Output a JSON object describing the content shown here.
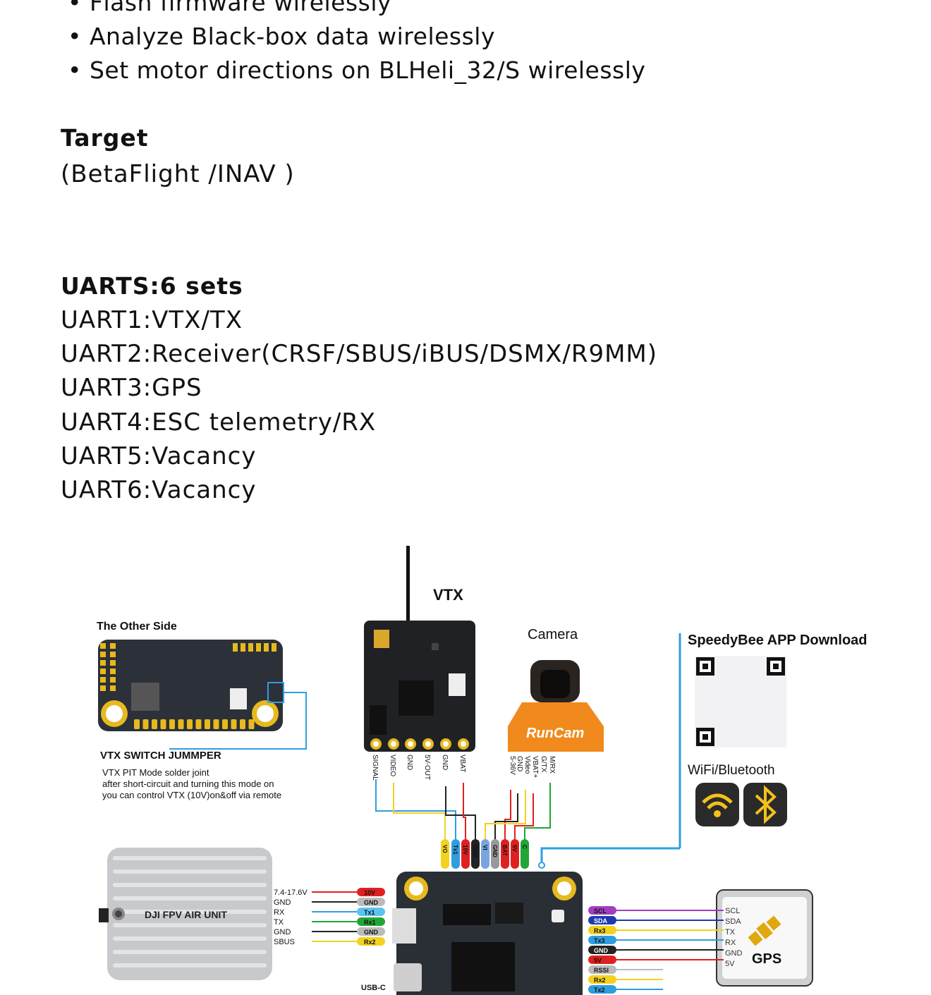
{
  "features": [
    "Flash firmware wirelessly",
    "Analyze Black-box data wirelessly",
    "Set motor directions on BLHeli_32/S wirelessly"
  ],
  "target": {
    "heading": "Target",
    "value": "(BetaFlight /INAV )"
  },
  "uarts": {
    "heading": "UARTS:6 sets",
    "items": [
      "UART1:VTX/TX",
      "UART2:Receiver(CRSF/SBUS/iBUS/DSMX/R9MM)",
      "UART3:GPS",
      "UART4:ESC telemetry/RX",
      "UART5:Vacancy",
      "UART6:Vacancy"
    ]
  },
  "diagram": {
    "vtx_title": "VTX",
    "camera_title": "Camera",
    "camera_brand": "RunCam",
    "other_side_title": "The Other Side",
    "jumper_title": "VTX SWITCH JUMMPER",
    "jumper_desc": [
      "VTX PIT Mode solder joint",
      "after short-circuit and turning this mode on",
      "you can control VTX (10V)on&off via remote"
    ],
    "app_title": "SpeedyBee APP Download",
    "wifi_bt_label": "WiFi/Bluetooth",
    "vtx_pins": [
      "SIGNAL",
      "VIDEO",
      "GND",
      "5V-OUT",
      "GND",
      "VBAT"
    ],
    "camera_pins": [
      "5-36V",
      "GND",
      "Video",
      "VBAT+",
      "G/TX",
      "M/RX"
    ],
    "fc_top_pins": [
      "VO",
      "Tx1",
      "10V",
      "GND",
      "VI",
      "GND",
      "BAT",
      "5V",
      "C"
    ],
    "dji_label": "DJI FPV AIR UNIT",
    "dji_pins": [
      "7.4-17.6V",
      "GND",
      "RX",
      "TX",
      "GND",
      "SBUS"
    ],
    "dji_tags": [
      "10V",
      "GND",
      "Tx1",
      "Rx1",
      "GND",
      "Rx2"
    ],
    "fc_right_tags": [
      "SCL",
      "SDA",
      "Rx3",
      "Tx3",
      "GND",
      "5V",
      "RSSI",
      "Rx2",
      "Tx2"
    ],
    "gps_pins": [
      "SCL",
      "SDA",
      "TX",
      "RX",
      "GND",
      "5V"
    ],
    "gps_label": "GPS",
    "usb_label": "USB-C"
  },
  "colors": {
    "wire_blue": "#2f9ee0",
    "wire_yellow": "#f3d21f",
    "wire_red": "#e02020",
    "wire_green": "#22a534",
    "wire_black": "#222222",
    "wire_purple": "#a23dc0",
    "wire_navy": "#1d3bb0",
    "pcb": "#2a2e35",
    "pad_gold": "#e6b91e",
    "camera_orange": "#f08a1c"
  }
}
